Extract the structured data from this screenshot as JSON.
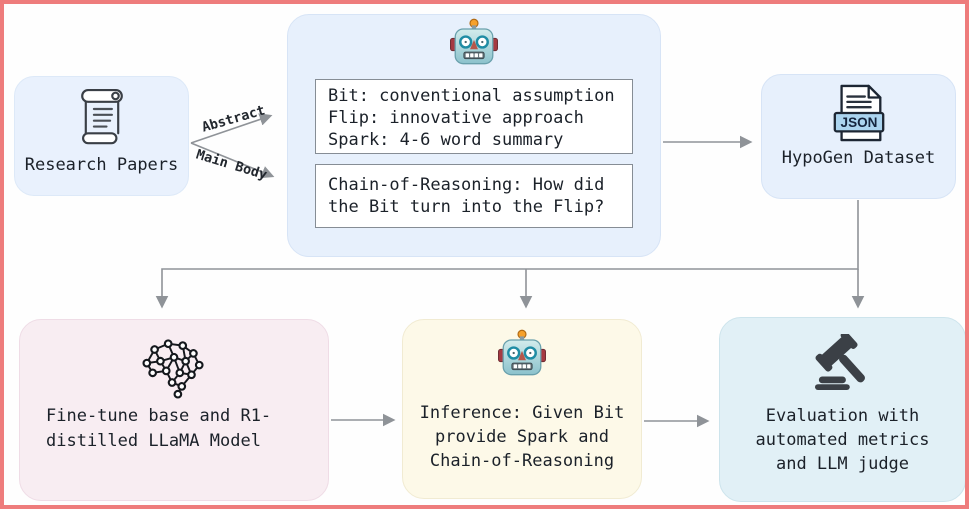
{
  "frame": {
    "border_color": "#ee7c7c",
    "background": "#fefefe",
    "arrow_color": "#8f9398",
    "text_color": "#1b2129"
  },
  "edges": {
    "abstract": {
      "label": "Abstract"
    },
    "main_body": {
      "label": "Main Body"
    }
  },
  "nodes": {
    "research_papers": {
      "label": "Research Papers",
      "icon": "scroll-icon",
      "bg": "#e9f1fd"
    },
    "llm_annotation": {
      "icon": "robot-icon",
      "bg": "#e7f0fc",
      "prompt_box": [
        "Bit: conventional assumption",
        "Flip: innovative approach",
        "Spark: 4-6 word summary"
      ],
      "reasoning_box": [
        "Chain-of-Reasoning: How did",
        "the Bit turn into the Flip?"
      ]
    },
    "hypogen_dataset": {
      "label": "HypoGen Dataset",
      "icon": "json-file-icon",
      "file_type": "JSON",
      "bg": "#e7f0fc"
    },
    "finetune": {
      "icon": "neural-network-icon",
      "bg": "#f8edf2",
      "lines": [
        "Fine-tune base and R1-",
        "distilled LLaMA Model"
      ]
    },
    "inference": {
      "icon": "robot-icon",
      "bg": "#fdf9e8",
      "lines": [
        "Inference: Given Bit",
        "provide Spark and",
        "Chain-of-Reasoning"
      ]
    },
    "evaluation": {
      "icon": "gavel-icon",
      "bg": "#e1f0f6",
      "lines": [
        "Evaluation with",
        "automated metrics",
        "and LLM judge"
      ]
    }
  }
}
